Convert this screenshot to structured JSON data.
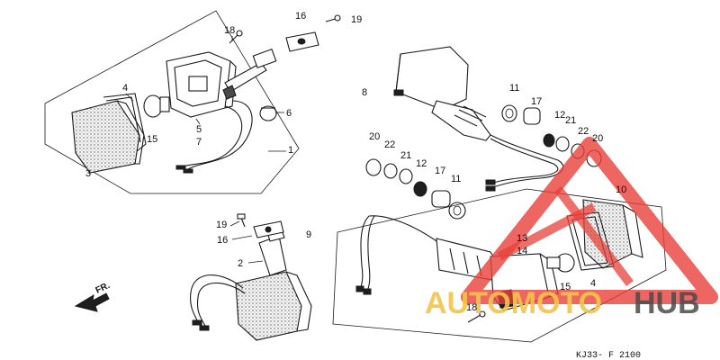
{
  "diagram": {
    "drawing_code": "KJ33- F 2100",
    "direction_label": "FR.",
    "callouts": {
      "c1": "1",
      "c2": "2",
      "c3": "3",
      "c4a": "4",
      "c4b": "4",
      "c5": "5",
      "c6": "6",
      "c7": "7",
      "c8": "8",
      "c9": "9",
      "c10": "10",
      "c11a": "11",
      "c11b": "11",
      "c12a": "12",
      "c12b": "12",
      "c13": "13",
      "c14": "14",
      "c15a": "15",
      "c15b": "15",
      "c16a": "16",
      "c16b": "16",
      "c17a": "17",
      "c17b": "17",
      "c18a": "18",
      "c18b": "18",
      "c19a": "19",
      "c19b": "19",
      "c20a": "20",
      "c20b": "20",
      "c21a": "21",
      "c21b": "21",
      "c22a": "22",
      "c22b": "22"
    }
  },
  "watermark": {
    "brand_part1": "AUTOMOTO",
    "brand_part2": "HUB",
    "accent_color": "#e8403a",
    "highlight_color": "#f3c34a",
    "icon": "warning-triangle-logo"
  }
}
